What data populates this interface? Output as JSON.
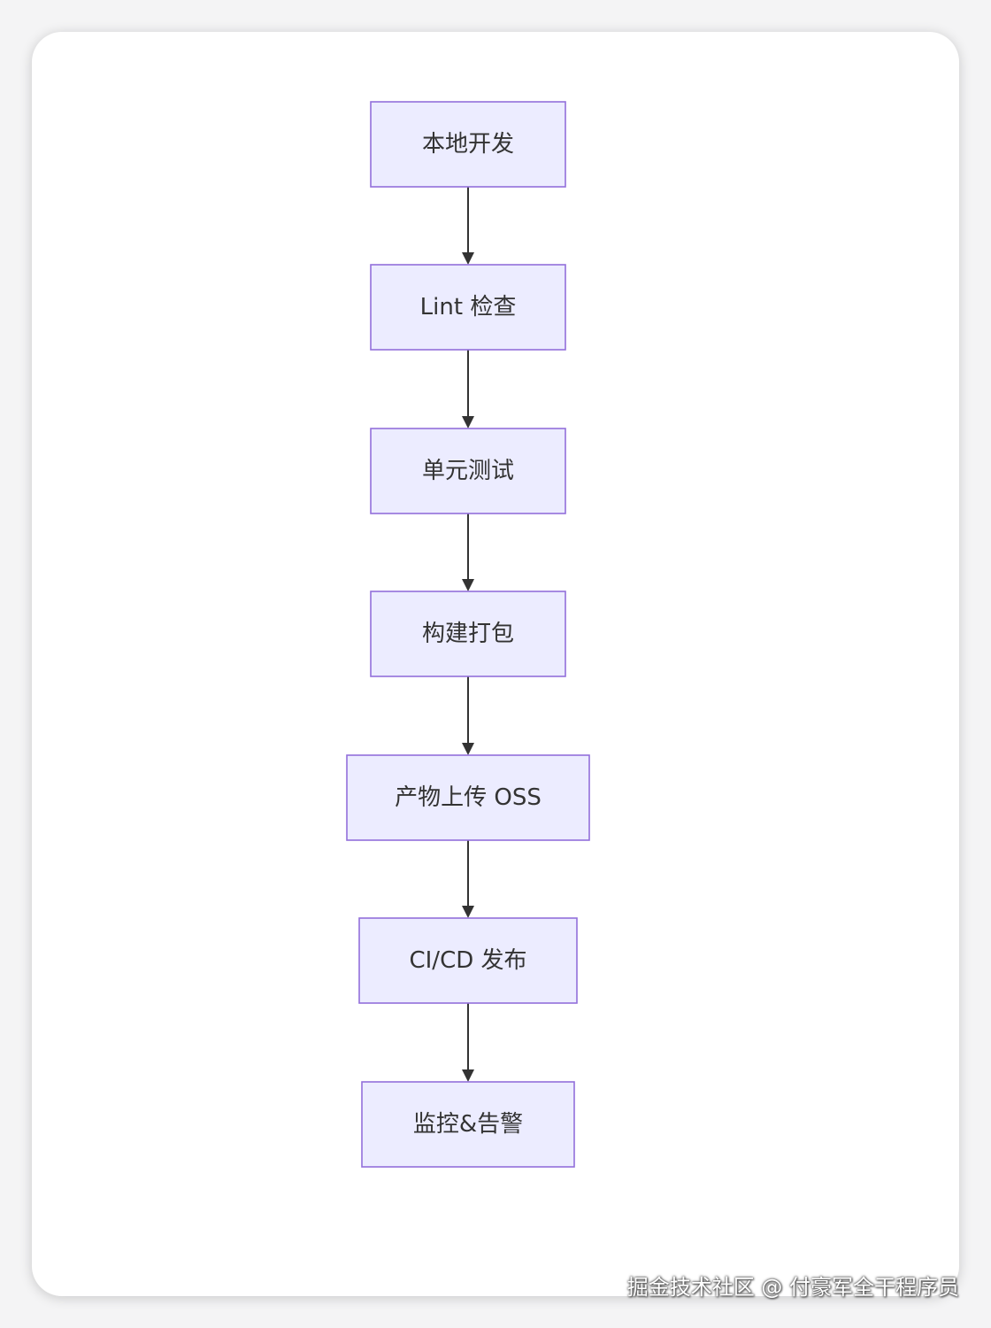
{
  "flowchart": {
    "nodes": [
      {
        "id": "local-dev",
        "label": "本地开发"
      },
      {
        "id": "lint-check",
        "label": "Lint 检查"
      },
      {
        "id": "unit-test",
        "label": "单元测试"
      },
      {
        "id": "build-package",
        "label": "构建打包"
      },
      {
        "id": "upload-oss",
        "label": "产物上传 OSS"
      },
      {
        "id": "cicd-release",
        "label": "CI/CD 发布"
      },
      {
        "id": "monitor-alert",
        "label": "监控&告警"
      }
    ],
    "edges": [
      {
        "from": "local-dev",
        "to": "lint-check"
      },
      {
        "from": "lint-check",
        "to": "unit-test"
      },
      {
        "from": "unit-test",
        "to": "build-package"
      },
      {
        "from": "build-package",
        "to": "upload-oss"
      },
      {
        "from": "upload-oss",
        "to": "cicd-release"
      },
      {
        "from": "cicd-release",
        "to": "monitor-alert"
      }
    ],
    "colors": {
      "node_fill": "#ececff",
      "node_stroke": "#9370db",
      "edge": "#333333",
      "text": "#333333"
    }
  },
  "watermark": {
    "text": "掘金技术社区 @ 付豪军全干程序员"
  }
}
